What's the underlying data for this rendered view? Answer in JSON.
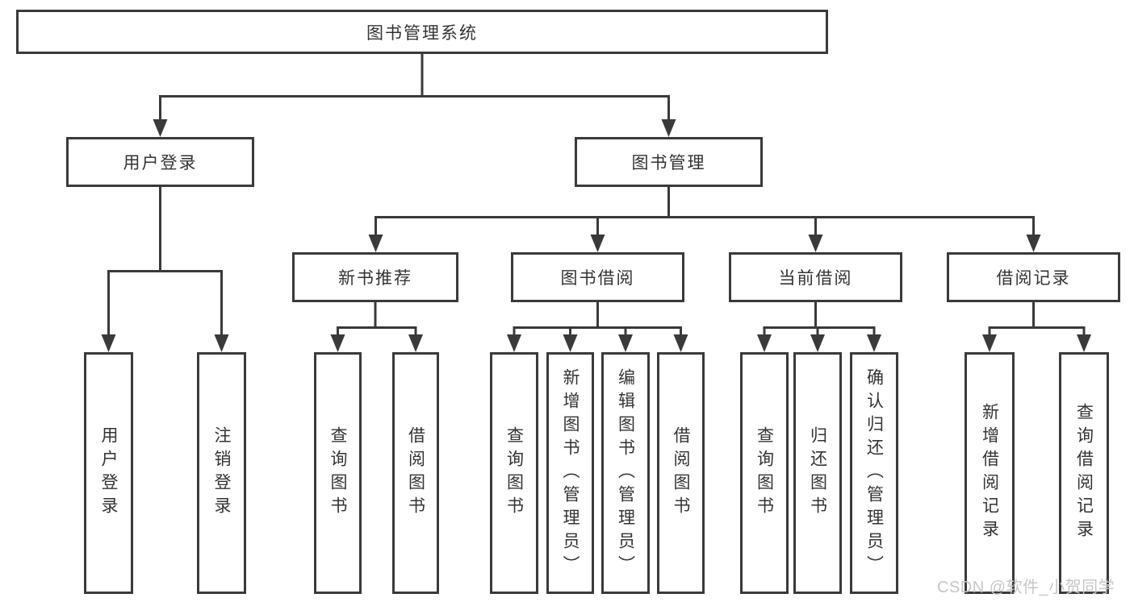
{
  "diagram": {
    "root": {
      "label": "图书管理系统"
    },
    "level2": {
      "user_login": {
        "label": "用户登录"
      },
      "book_management": {
        "label": "图书管理"
      }
    },
    "level3": {
      "new_book_recommend": {
        "label": "新书推荐"
      },
      "book_borrowing": {
        "label": "图书借阅"
      },
      "current_borrowing": {
        "label": "当前借阅"
      },
      "borrowing_records": {
        "label": "借阅记录"
      }
    },
    "leaves": {
      "user_login": [
        {
          "label": "用户登录"
        },
        {
          "label": "注销登录"
        }
      ],
      "new_book_recommend": [
        {
          "label": "查询图书"
        },
        {
          "label": "借阅图书"
        }
      ],
      "book_borrowing": [
        {
          "label": "查询图书"
        },
        {
          "label": "新增图书（管理员）"
        },
        {
          "label": "编辑图书（管理员）"
        },
        {
          "label": "借阅图书"
        }
      ],
      "current_borrowing": [
        {
          "label": "查询图书"
        },
        {
          "label": "归还图书"
        },
        {
          "label": "确认归还（管理员）"
        }
      ],
      "borrowing_records": [
        {
          "label": "新增借阅记录"
        },
        {
          "label": "查询借阅记录"
        }
      ]
    },
    "watermark": "CSDN @软件_小贺同学",
    "colors": {
      "line": "#3a3a3a",
      "text": "#333333",
      "watermark": "#c6c6c6",
      "background": "#ffffff"
    }
  }
}
